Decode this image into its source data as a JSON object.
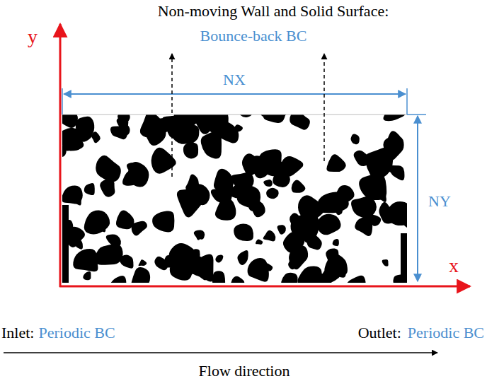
{
  "diagram": {
    "labels": [
      "Non-moving Wall and Solid Surface:",
      "Bounce-back BC",
      "y",
      "NX",
      "NY",
      "x",
      "Inlet:",
      "Periodic BC",
      "Outlet:",
      "Periodic BC",
      "Flow direction"
    ]
  }
}
